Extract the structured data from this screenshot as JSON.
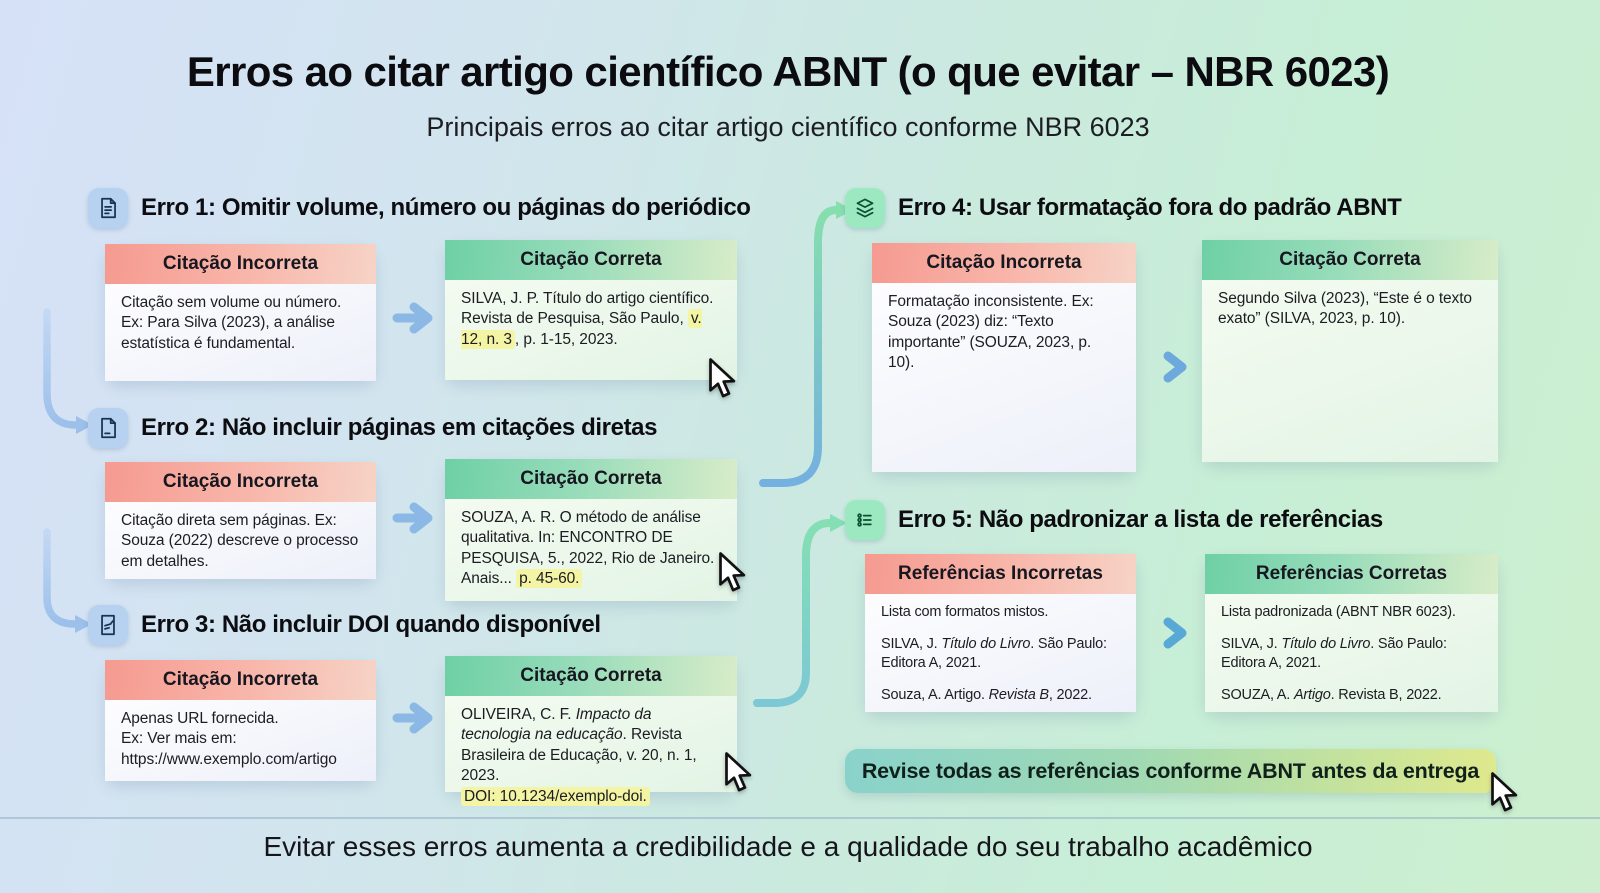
{
  "header": {
    "title": "Erros ao citar artigo científico ABNT (o que evitar – NBR 6023)",
    "subtitle": "Principais erros ao citar artigo científico conforme NBR 6023"
  },
  "errors": [
    {
      "heading": "Erro 1: Omitir volume, número ou páginas do periódico",
      "icon": "file-text-icon",
      "wrong": {
        "title": "Citação Incorreta",
        "paragraphs": [
          [
            {
              "t": "Citação sem volume ou número. Ex: Para Silva (2023), a análise estatística é fundamental.",
              "s": "n"
            }
          ]
        ]
      },
      "right": {
        "title": "Citação Correta",
        "paragraphs": [
          [
            {
              "t": "SILVA, J. P. Título do artigo científico. Revista de Pesquisa, São Paulo, ",
              "s": "n"
            },
            {
              "t": "v. 12, n. 3",
              "s": "h"
            },
            {
              "t": ", p. 1-15, 2023.",
              "s": "n"
            }
          ]
        ]
      }
    },
    {
      "heading": "Erro 2: Não incluir páginas em citações diretas",
      "icon": "file-icon",
      "wrong": {
        "title": "Citação Incorreta",
        "paragraphs": [
          [
            {
              "t": "Citação direta sem páginas. Ex: Souza (2022) descreve o processo em detalhes.",
              "s": "n"
            }
          ]
        ]
      },
      "right": {
        "title": "Citação Correta",
        "paragraphs": [
          [
            {
              "t": "SOUZA, A. R. O método de análise qualitativa. In: ENCONTRO DE PESQUISA, 5., 2022, Rio de Janeiro. Anais... ",
              "s": "n"
            },
            {
              "t": "p. 45-60.",
              "s": "h"
            }
          ]
        ]
      }
    },
    {
      "heading": "Erro 3: Não incluir DOI quando disponível",
      "icon": "file-edit-icon",
      "wrong": {
        "title": "Citação Incorreta",
        "paragraphs": [
          [
            {
              "t": "Apenas URL fornecida.",
              "s": "n"
            }
          ],
          [
            {
              "t": "Ex: Ver mais em:",
              "s": "n"
            }
          ],
          [
            {
              "t": "https://www.exemplo.com/artigo",
              "s": "n"
            }
          ]
        ]
      },
      "right": {
        "title": "Citação Correta",
        "paragraphs": [
          [
            {
              "t": "OLIVEIRA, C. F. ",
              "s": "n"
            },
            {
              "t": "Impacto da tecnologia na educação",
              "s": "i"
            },
            {
              "t": ". Revista Brasileira de Educação, v. 20, n. 1, 2023.",
              "s": "n"
            }
          ],
          [
            {
              "t": "DOI: 10.1234/exemplo-doi.",
              "s": "h"
            }
          ]
        ]
      }
    },
    {
      "heading": "Erro 4: Usar formatação fora do padrão ABNT",
      "icon": "layers-icon",
      "wrong": {
        "title": "Citação Incorreta",
        "paragraphs": [
          [
            {
              "t": "Formatação inconsistente. Ex: Souza (2023) diz: “Texto importante” (SOUZA, 2023, p. 10).",
              "s": "n"
            }
          ]
        ]
      },
      "right": {
        "title": "Citação Correta",
        "paragraphs": [
          [
            {
              "t": "Segundo Silva (2023), “Este é o texto exato” (SILVA, 2023, p. 10).",
              "s": "n"
            }
          ]
        ]
      }
    },
    {
      "heading": "Erro 5: Não padronizar a lista de referências",
      "icon": "list-icon",
      "wrong": {
        "title": "Referências Incorretas",
        "paragraphs": [
          [
            {
              "t": "Lista com formatos mistos.",
              "s": "n"
            }
          ],
          [
            {
              "t": "SILVA, J. ",
              "s": "n"
            },
            {
              "t": "Título do Livro",
              "s": "i"
            },
            {
              "t": ". São Paulo: Editora A, 2021.",
              "s": "n"
            }
          ],
          [
            {
              "t": "Souza, A. Artigo. ",
              "s": "n"
            },
            {
              "t": "Revista B",
              "s": "i"
            },
            {
              "t": ", 2022.",
              "s": "n"
            }
          ]
        ]
      },
      "right": {
        "title": "Referências Corretas",
        "paragraphs": [
          [
            {
              "t": "Lista padronizada (ABNT NBR 6023).",
              "s": "n"
            }
          ],
          [
            {
              "t": "SILVA, J. ",
              "s": "n"
            },
            {
              "t": "Título do Livro",
              "s": "i"
            },
            {
              "t": ". São Paulo: Editora A, 2021.",
              "s": "n"
            }
          ],
          [
            {
              "t": "SOUZA, A. ",
              "s": "n"
            },
            {
              "t": "Artigo",
              "s": "i"
            },
            {
              "t": ". Revista B, 2022.",
              "s": "n"
            }
          ]
        ]
      }
    }
  ],
  "banner": {
    "text": "Revise todas as referências conforme ABNT antes da entrega"
  },
  "footer": {
    "text": "Evitar esses erros aumenta a credibilidade e a qualidade do seu trabalho acadêmico"
  },
  "colors": {
    "wrong_header": "#f69a90",
    "right_header": "#6ed0a5",
    "highlight": "#f3f5a4",
    "icon_blue_bg": "#b7d2f1",
    "icon_green_bg": "#9ce9c1",
    "arrow_blue": "#8cb8e6",
    "banner_from": "#89d2cb",
    "banner_to": "#dfe98d"
  }
}
